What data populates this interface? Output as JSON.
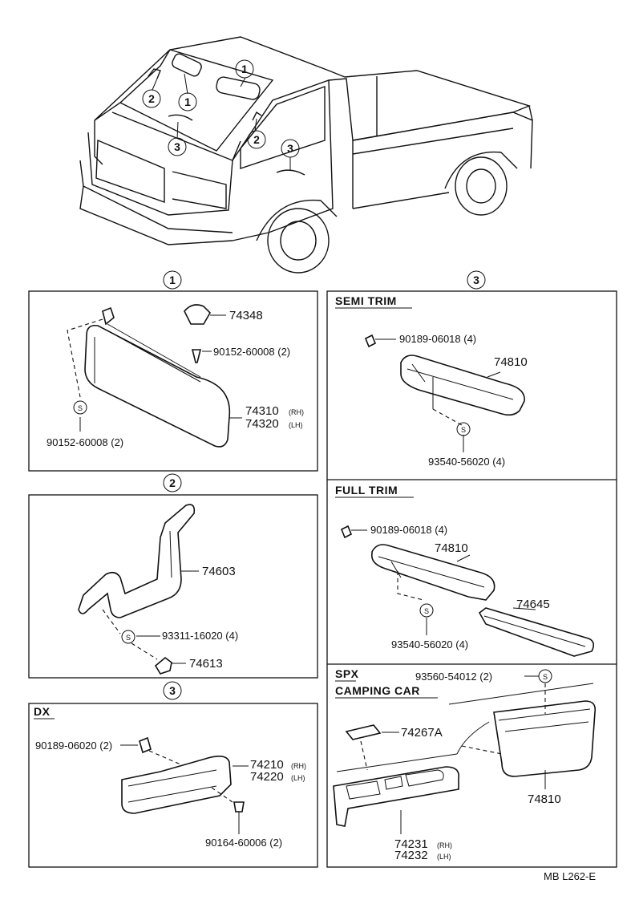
{
  "callouts": {
    "one": "1",
    "two": "2",
    "three": "3"
  },
  "truck_callouts": [
    "1",
    "2",
    "1",
    "3",
    "2",
    "3"
  ],
  "section_1": {
    "marker": "1",
    "parts": {
      "p74348": "74348",
      "bolt_upper": "90152-60008 (2)",
      "visor_rh": "74310",
      "visor_rh_suffix": "(RH)",
      "visor_lh": "74320",
      "visor_lh_suffix": "(LH)",
      "bolt_lower": "90152-60008 (2)",
      "s_symbol": "S"
    }
  },
  "section_2": {
    "marker": "2",
    "parts": {
      "grip": "74603",
      "screw": "93311-16020 (4)",
      "cover": "74613",
      "s_symbol": "S"
    }
  },
  "section_3_dx": {
    "marker": "3",
    "title": "DX",
    "parts": {
      "clip": "90189-06020 (2)",
      "armrest_rh": "74210",
      "armrest_rh_suffix": "(RH)",
      "armrest_lh": "74220",
      "armrest_lh_suffix": "(LH)",
      "screw": "90164-60006 (2)"
    }
  },
  "section_3_right": {
    "marker": "3",
    "semi_trim": {
      "title": "SEMI TRIM",
      "clip": "90189-06018 (4)",
      "armrest": "74810",
      "screw": "93540-56020 (4)",
      "s_symbol": "S"
    },
    "full_trim": {
      "title": "FULL TRIM",
      "clip": "90189-06018 (4)",
      "armrest": "74810",
      "pad": "74645",
      "screw": "93540-56020 (4)",
      "s_symbol": "S"
    },
    "spx": {
      "title_line1": "SPX",
      "title_line2": "CAMPING CAR",
      "screw": "93560-54012 (2)",
      "lid": "74267A",
      "armrest": "74810",
      "base_rh": "74231",
      "base_rh_suffix": "(RH)",
      "base_lh": "74232",
      "base_lh_suffix": "(LH)",
      "s_symbol": "S"
    }
  },
  "footer": {
    "code": "MB  L262-E"
  }
}
